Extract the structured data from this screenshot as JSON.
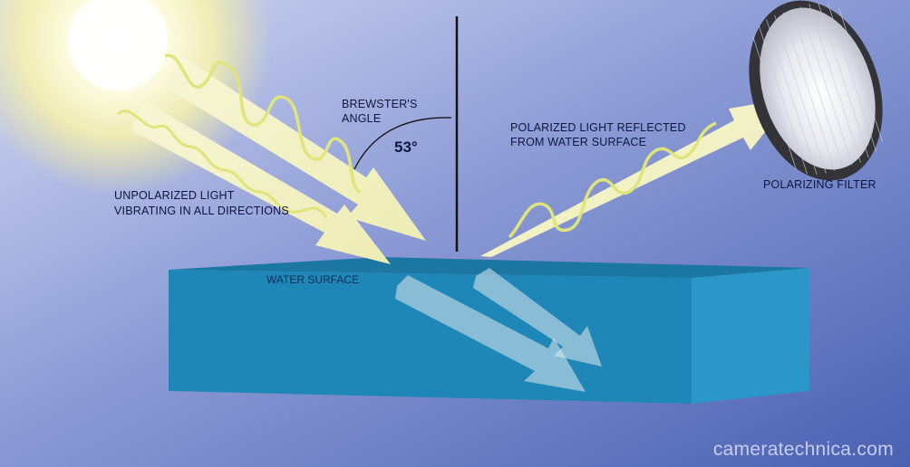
{
  "labels": {
    "brewster_line1": "BREWSTER'S",
    "brewster_line2": "ANGLE",
    "angle_value": "53°",
    "polarized_line1": "POLARIZED LIGHT REFLECTED",
    "polarized_line2": "FROM WATER SURFACE",
    "unpolarized_line1": "UNPOLARIZED LIGHT",
    "unpolarized_line2": "VIBRATING IN ALL DIRECTIONS",
    "water_surface": "WATER SURFACE",
    "polarizing_filter": "POLARIZING FILTER"
  },
  "credit": "cameratechnica.com",
  "colors": {
    "background_light": "#d3d8f2",
    "background_dark": "#4b63b4",
    "water_top": "#1f7da8",
    "water_front": "#2189b8",
    "water_side": "#2a95c6",
    "light_beam": "#f3f2c2",
    "wave": "#dfe578",
    "sun_core": "#fffef0",
    "sun_glow": "#f4f0a8"
  },
  "icons": {
    "sun": "sun-glow-icon",
    "filter": "polarizing-filter-lens-icon"
  }
}
